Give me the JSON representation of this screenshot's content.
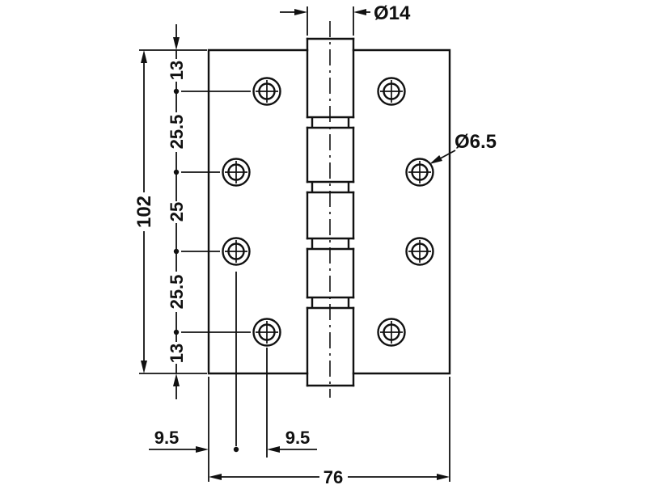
{
  "drawing": {
    "type": "dimensioned technical drawing of a door butt hinge",
    "colors": {
      "line": "#111111",
      "background": "#ffffff"
    },
    "labels": {
      "barrel_diameter": "Ø14",
      "hole_diameter": "Ø6.5",
      "overall_height": "102",
      "overall_width": "76",
      "edge_to_hole_offset": "9.5",
      "hole_column_offset": "9.5",
      "vertical_chain": [
        "13",
        "25.5",
        "25",
        "25.5",
        "13"
      ]
    }
  }
}
